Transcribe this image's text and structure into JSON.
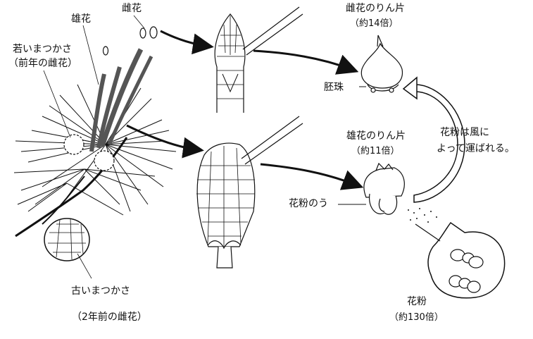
{
  "labels": {
    "female_flower": "雌花",
    "male_flower": "雄花",
    "young_cone_line1": "若いまつかさ",
    "young_cone_line2": "（前年の雌花）",
    "old_cone_line1": "古いまつかさ",
    "old_cone_line2": "（2年前の雌花）",
    "female_scale_title": "雌花のりん片",
    "female_scale_mag": "（約14倍）",
    "ovule": "胚珠",
    "male_scale_title": "雄花のりん片",
    "male_scale_mag": "（約11倍）",
    "pollen_sac": "花粉のう",
    "wind_line1": "花粉は風に",
    "wind_line2": "よって運ばれる。",
    "pollen": "花粉",
    "pollen_mag": "（約130倍）"
  },
  "icons": [
    "pine-branch-icon",
    "female-flower-closeup-icon",
    "male-flower-closeup-icon",
    "tweezers-icon",
    "female-scale-icon",
    "male-scale-icon",
    "pollen-grain-icon"
  ]
}
